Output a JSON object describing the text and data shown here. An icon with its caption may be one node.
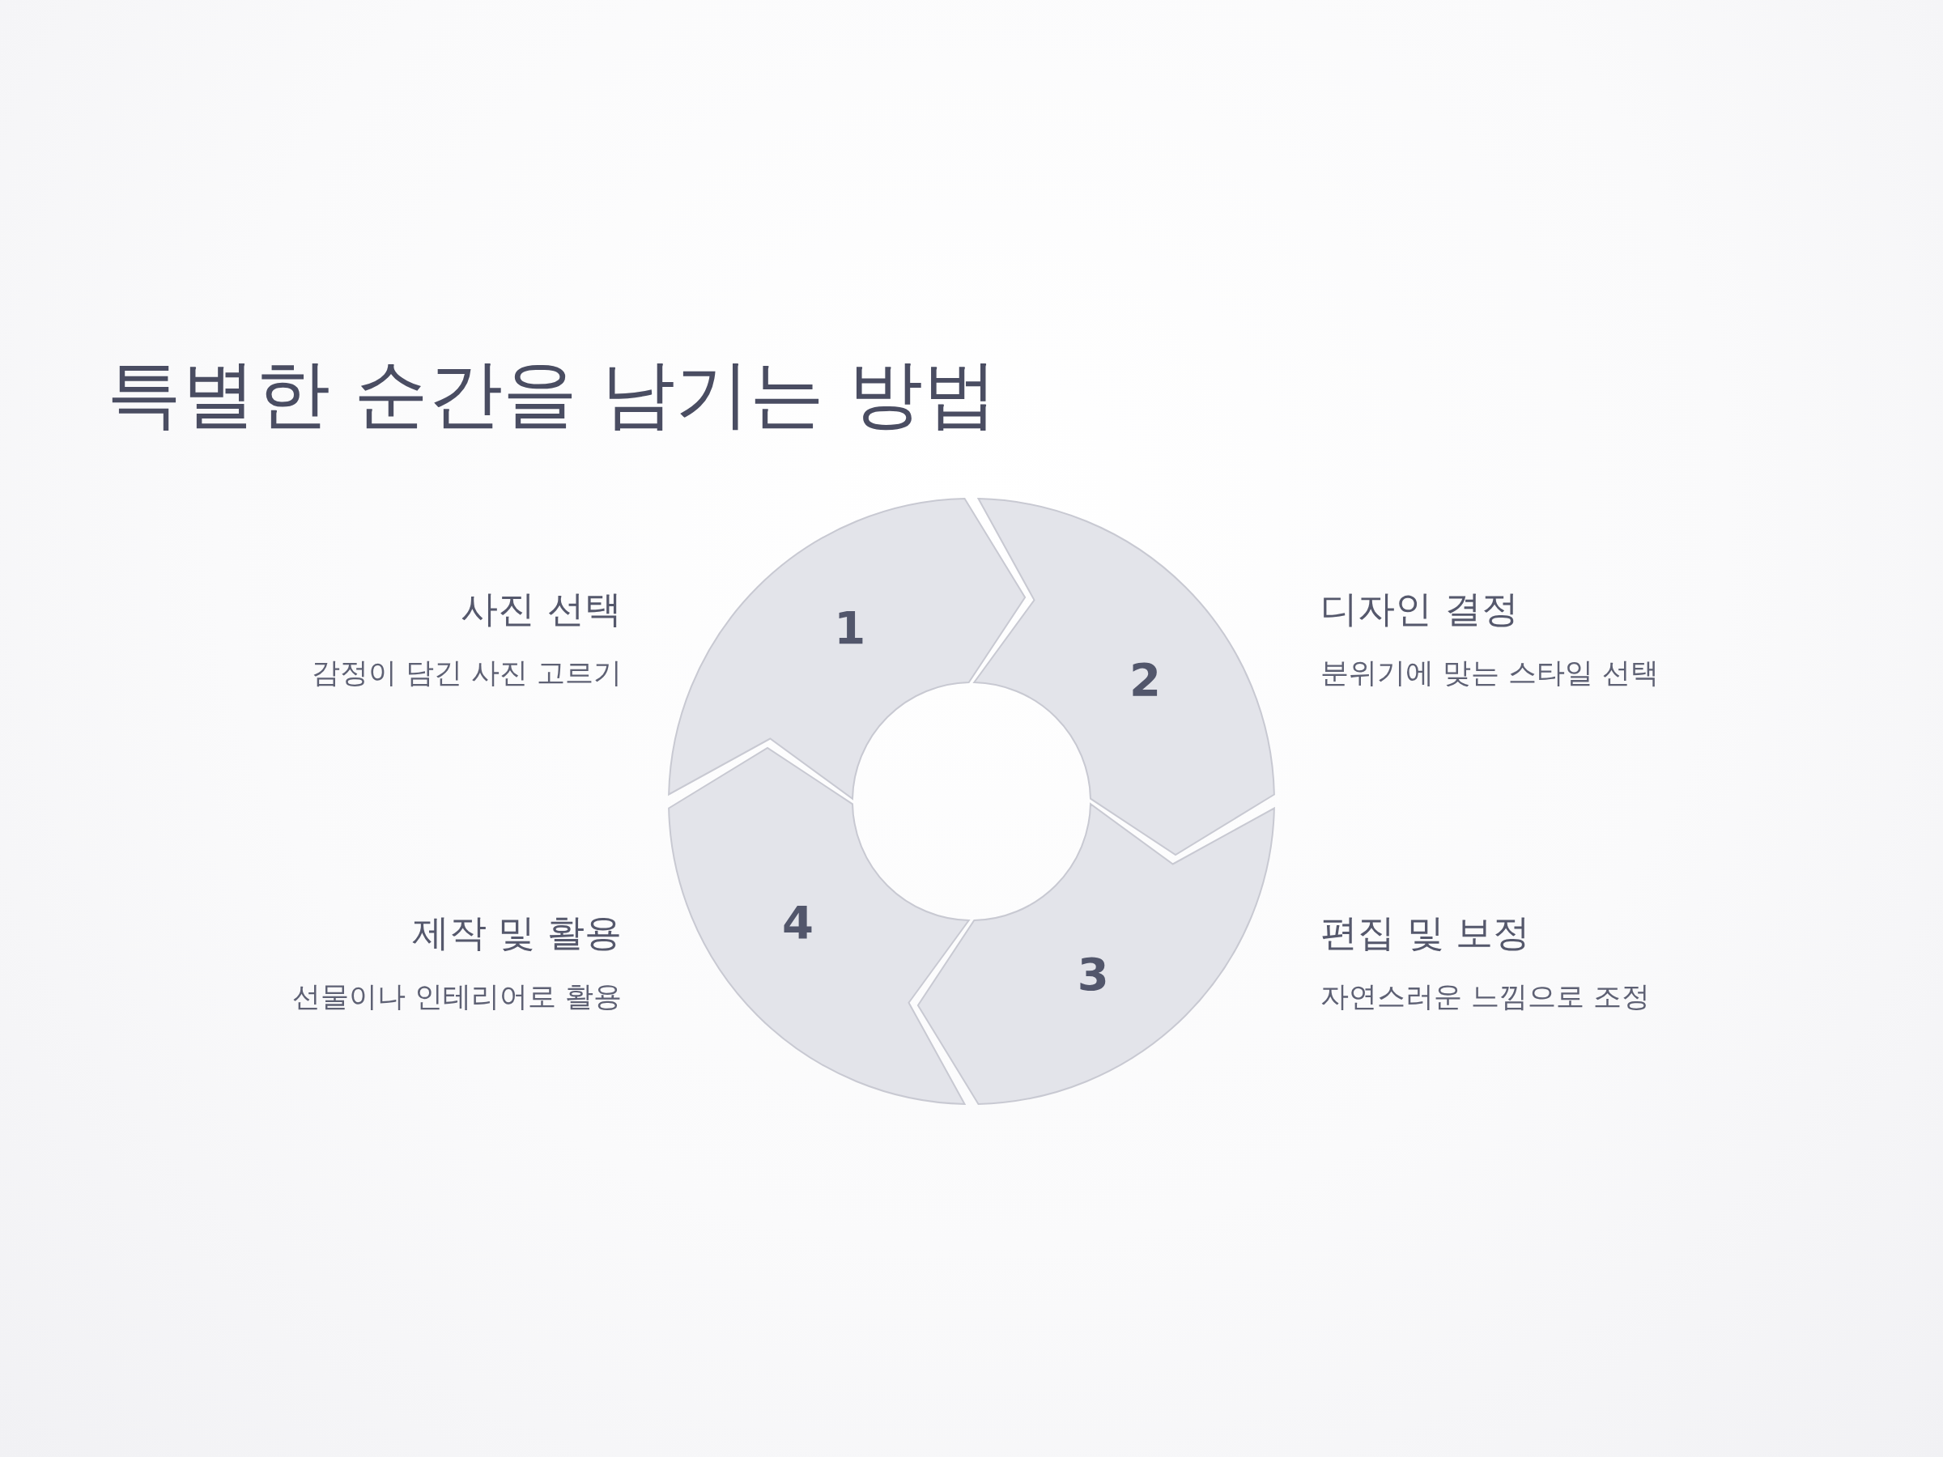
{
  "diagram": {
    "title": "특별한 순간을 남기는 방법",
    "nodes": [
      {
        "text": [
          "1"
        ],
        "beside": [
          "사진 선택",
          "감정이 담긴 사진 고르기"
        ]
      },
      {
        "text": [
          "2"
        ],
        "beside": [
          "디자인 결정",
          "분위기에 맞는 스타일 선택"
        ]
      },
      {
        "text": [
          "3"
        ],
        "beside": [
          "편집 및 보정",
          "자연스러운 느낌으로 조정"
        ]
      },
      {
        "text": [
          "4"
        ],
        "beside": [
          "제작 및 활용",
          "선물이나 인테리어로 활용"
        ]
      }
    ]
  }
}
